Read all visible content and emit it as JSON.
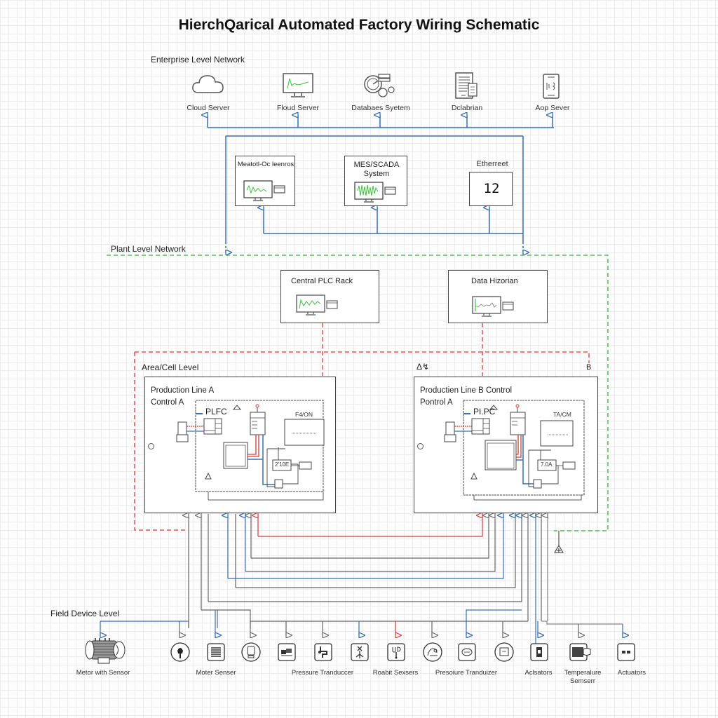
{
  "title": "HierchQarical Automated Factory Wiring Schematic",
  "colors": {
    "ethernet_blue": "#3a6fb0",
    "plant_green": "#3fae3f",
    "cell_red": "#d33a3a",
    "wire_gray": "#777777",
    "chart_green": "#3fbf3f"
  },
  "enterprise": {
    "label": "Enterprise Level Network",
    "nodes": [
      {
        "label": "Cloud Server",
        "icon": "cloud-icon"
      },
      {
        "label": "Floud Server",
        "icon": "monitor-chart-icon"
      },
      {
        "label": "Databaes Syetem",
        "icon": "database-gauge-icon"
      },
      {
        "label": "Dclabrian",
        "icon": "document-icon"
      },
      {
        "label": "Aop Sever",
        "icon": "tablet-icon"
      }
    ],
    "boxes": {
      "left_title": "Meatotl-Oc leenros",
      "center_title": "MES/SCADA System",
      "right_title": "Etherreet",
      "right_value": "12"
    }
  },
  "plant": {
    "label": "Plant Level Network",
    "boxes": [
      {
        "title": "Central PLC Rack"
      },
      {
        "title": "Data Hizorian"
      }
    ]
  },
  "cell": {
    "label": "Area/Cell Level",
    "markers": {
      "left": "Δ↯",
      "right": "B"
    },
    "line_a": {
      "title_line1": "Production Line A",
      "title_line2": "Control A",
      "plc_label": "PLFC",
      "panel_label": "F4/ON",
      "display_value": "2'10E"
    },
    "line_b": {
      "title_line1": "Productien Line B Control",
      "title_line2": "Pontrol A",
      "plc_label": "PI.PC",
      "panel_label": "TA/CM",
      "display_value": "7.0A"
    }
  },
  "field": {
    "label": "Field Device Level",
    "devices": [
      {
        "label": "Metor with Sensor",
        "icon": "motor-icon",
        "wire": "blue"
      },
      {
        "label": "",
        "icon": "plug-icon",
        "wire": "gray"
      },
      {
        "label": "Moter Senser",
        "icon": "sensor-grid-icon",
        "wire": "blue"
      },
      {
        "label": "",
        "icon": "phone-device-icon",
        "wire": "gray"
      },
      {
        "label": "",
        "icon": "module-icon",
        "wire": "gray"
      },
      {
        "label": "Pressure Tranduccer",
        "icon": "pressure-valve-icon",
        "wire": "gray"
      },
      {
        "label": "",
        "icon": "robot-arm-icon",
        "wire": "blue"
      },
      {
        "label": "Roabit Sexsers",
        "icon": "robot-sensor-icon",
        "wire": "red"
      },
      {
        "label": "",
        "icon": "round-sensor-icon",
        "wire": "gray"
      },
      {
        "label": "Presoiure Tranduizer",
        "icon": "transducer-icon",
        "wire": "blue"
      },
      {
        "label": "",
        "icon": "round-display-icon",
        "wire": "gray"
      },
      {
        "label": "Aclsators",
        "icon": "actuator-icon",
        "wire": "blue"
      },
      {
        "label": "Temperalure Semserr",
        "icon": "temperature-sensor-icon",
        "wire": "gray"
      },
      {
        "label": "Actuators",
        "icon": "actuator-dots-icon",
        "wire": "blue"
      }
    ]
  }
}
